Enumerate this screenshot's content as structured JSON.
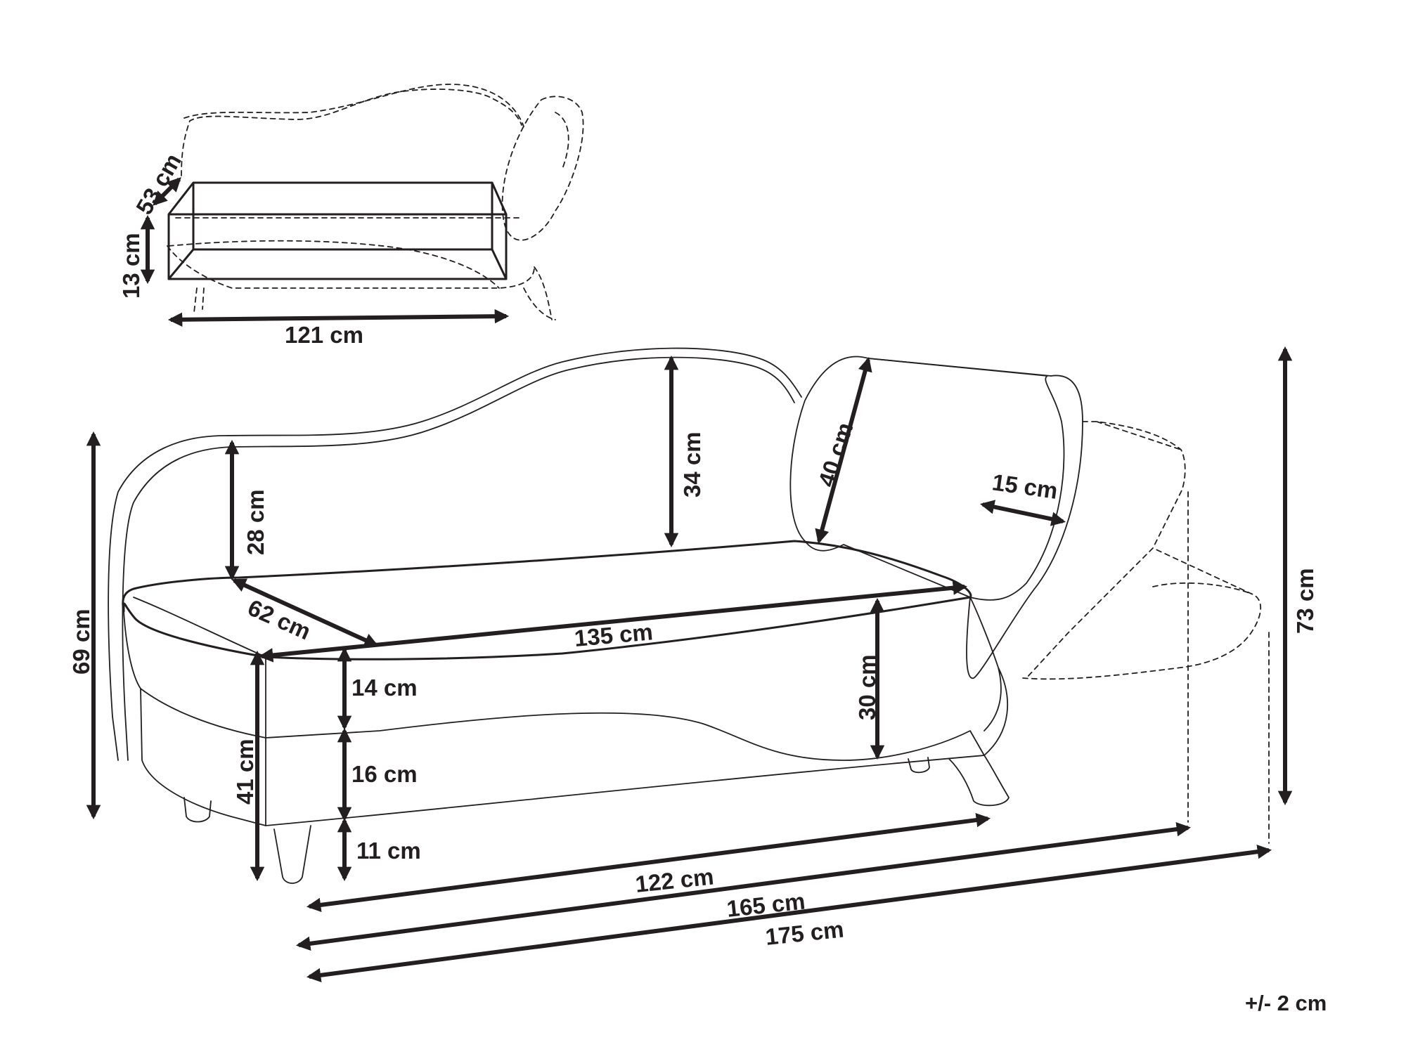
{
  "diagram": {
    "storage_box": {
      "depth_label": "53 cm",
      "height_label": "13 cm",
      "width_label": "121 cm"
    },
    "dimensions": {
      "back_height_label": "28 cm",
      "backrest_rise_label": "34 cm",
      "pillow_diameter_label": "40 cm",
      "pillow_thickness_label": "15 cm",
      "seat_depth_label": "62 cm",
      "seat_length_label": "135 cm",
      "cushion_thickness_label": "14 cm",
      "base_height_label": "16 cm",
      "leg_height_label": "11 cm",
      "armrest_height_label": "30 cm",
      "overall_height_label": "69 cm",
      "seat_height_label": "41 cm",
      "max_height_label": "73 cm",
      "length_122_label": "122 cm",
      "length_165_label": "165 cm",
      "length_175_label": "175 cm"
    },
    "tolerance": "+/- 2 cm",
    "line_color": "#231f20",
    "background_color": "#ffffff"
  }
}
